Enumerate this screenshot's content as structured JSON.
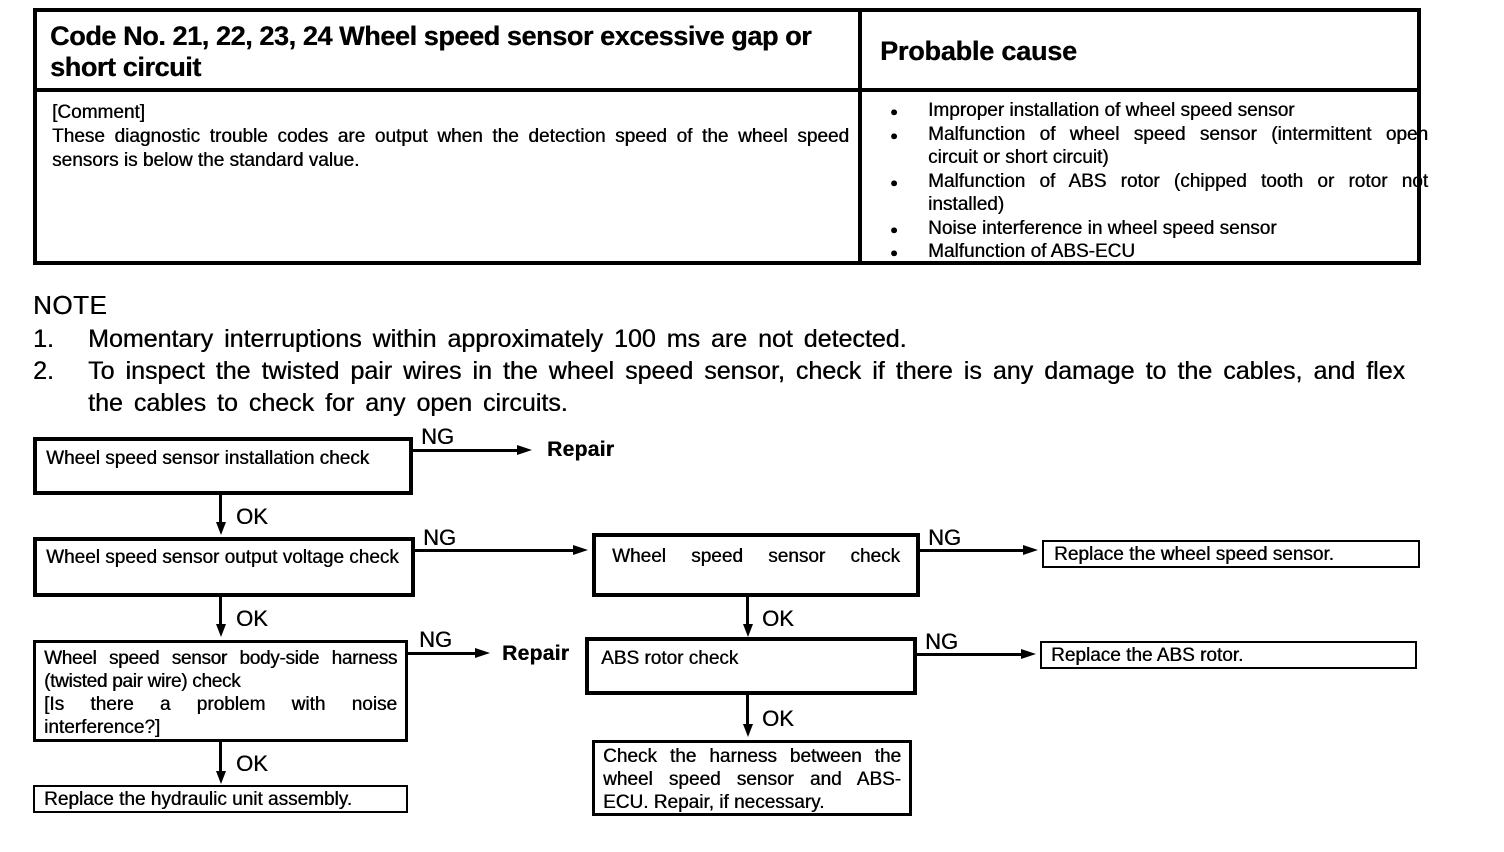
{
  "table": {
    "code_header": "Code No. 21, 22, 23, 24 Wheel speed sensor excessive gap or short circuit",
    "comment_label": "[Comment]",
    "comment_text": "These diagnostic trouble codes are output when the detection speed of the wheel speed sensors is below the standard value.",
    "probable_cause_header": "Probable cause",
    "bullet_glyph": "●",
    "probable_causes": [
      "Improper installation of wheel speed sensor",
      "Malfunction of wheel speed sensor (intermittent open circuit or short circuit)",
      "Malfunction of ABS rotor (chipped tooth or rotor not installed)",
      "Noise interference in wheel speed sensor",
      "Malfunction of ABS-ECU"
    ]
  },
  "note": {
    "title": "NOTE",
    "numbers": [
      "1.",
      "2."
    ],
    "items": [
      "Momentary interruptions within approximately 100 ms are not detected.",
      "To inspect the twisted pair wires in the wheel speed sensor, check if there is any damage to the cables, and flex the cables to check for any open circuits."
    ]
  },
  "flowchart": {
    "labels": {
      "ng": "NG",
      "ok": "OK",
      "repair": "Repair"
    },
    "boxes": {
      "installation_check": "Wheel speed sensor installation check",
      "output_voltage_check": "Wheel speed sensor output voltage check",
      "sensor_check": "Wheel speed sensor check",
      "replace_sensor": "Replace the wheel speed sensor.",
      "body_side_harness_check_line1": "Wheel speed sensor body-side harness (twisted pair wire) check",
      "body_side_harness_check_line2": "[Is there a problem with noise interference?]",
      "abs_rotor_check": "ABS rotor check",
      "replace_rotor": "Replace the ABS rotor.",
      "harness_check": "Check the harness between the wheel speed sensor and ABS-ECU. Repair, if necessary.",
      "replace_hydraulic": "Replace the hydraulic unit assembly."
    }
  },
  "colors": {
    "ink": "#000000",
    "paper": "#ffffff"
  }
}
